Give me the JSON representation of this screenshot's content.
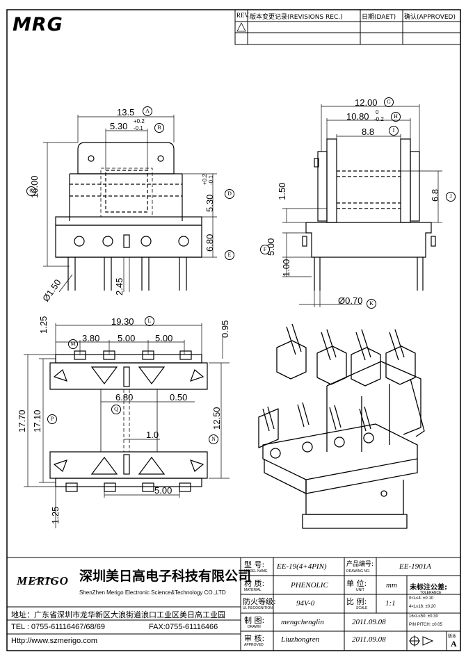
{
  "header": {
    "logo": "MRG",
    "revision_header": {
      "rev": "REV.",
      "record": "版本变更记录(REVISIONS REC.)",
      "date": "日期(DAET)",
      "approved": "确认(APPROVED)"
    }
  },
  "views": {
    "front": {
      "dim_width": "13.5",
      "dim_width_tag": "A",
      "dim_core": "5.30",
      "dim_core_tol_upper": "+0.2",
      "dim_core_tol_lower": "-0.1",
      "dim_core_tag": "B",
      "dim_height": "16.00",
      "dim_height_tag": "C",
      "dim_window": "5.30",
      "dim_window_tol_upper": "+0.2",
      "dim_window_tol_lower": "-0.1",
      "dim_window_tag": "D",
      "dim_base": "6.80",
      "dim_base_tag": "E",
      "dim_pin_dia": "Ø1.50",
      "dim_pin_len": "2.45"
    },
    "side": {
      "dim_width": "12.00",
      "dim_width_tag": "G",
      "dim_flange": "10.80",
      "dim_flange_tol_upper": "0",
      "dim_flange_tol_lower": "-0.2",
      "dim_flange_tag": "H",
      "dim_inner": "8.8",
      "dim_inner_tag": "I",
      "dim_height": "6.8",
      "dim_height_tag": "J",
      "dim_a": "1.50",
      "dim_b": "5.00",
      "dim_b_tag": "F",
      "dim_c": "1.00",
      "dim_pin": "Ø0.70",
      "dim_pin_tag": "K"
    },
    "bottom": {
      "dim_total": "19.30",
      "dim_total_tag": "L",
      "dim_edge": "3.80",
      "dim_edge_tag": "M",
      "dim_pitch1": "5.00",
      "dim_pitch2": "5.00",
      "dim_top_margin": "1.25",
      "dim_right_margin": "0.95",
      "dim_overall": "17.70",
      "dim_inner": "17.10",
      "dim_inner_tag": "P",
      "dim_slot": "6.80",
      "dim_slot_tag": "Q",
      "dim_slot_gap": "0.50",
      "dim_span": "12.50",
      "dim_span_tag": "N",
      "dim_center": "1.0",
      "dim_pitch_bottom": "5.00",
      "dim_bottom_margin": "1.25"
    }
  },
  "title_block": {
    "brand": "MERIGO",
    "company_cn": "深圳美日高电子科技有限公司",
    "company_en": "ShenZhen Merigo Electronic Science&Technology CO.,LTD",
    "address": "地址：广东省深圳市龙华新区大浪街道浪口工业区美日高工业园",
    "tel": "TEL : 0755-61116467/68/69",
    "fax": "FAX:0755-61116466",
    "web": "Http://www.szmerigo.com",
    "model_label": "型  号:",
    "model_label_en": "MODEL NAME",
    "model_value": "EE-19(4+4PIN)",
    "drawing_no_label": "产品编号:",
    "drawing_no_label_en": "DRAWING NO.",
    "drawing_no_value": "EE-1901A",
    "material_label": "材  质:",
    "material_label_en": "MATERIAL",
    "material_value": "PHENOLIC",
    "unit_label": "单  位:",
    "unit_label_en": "UNIT",
    "unit_value": "mm",
    "ul_label": "防火等级:",
    "ul_label_en": "UL RECOGNITION",
    "ul_value": "94V-0",
    "scale_label": "比  例:",
    "scale_label_en": "SCALE",
    "scale_value": "1:1",
    "drawn_label": "制  图:",
    "drawn_label_en": "DRAWN",
    "drawn_value": "mengchenglin",
    "drawn_date": "2011.09.08",
    "approved_label": "审  核:",
    "approved_label_en": "APPROVED",
    "approved_value": "Liuzhongren",
    "approved_date": "2011.09.08",
    "tolerance_title": "未标注公差:",
    "tolerance_title_en": "TOLERANCE",
    "tolerances": [
      "0<L≤4:   ±0.10",
      "4<L≤16:  ±0.20",
      "16<L≤50: ±0.30",
      "PIN PITCH: ±0.05"
    ],
    "version_label": "版本",
    "version_value": "A"
  }
}
